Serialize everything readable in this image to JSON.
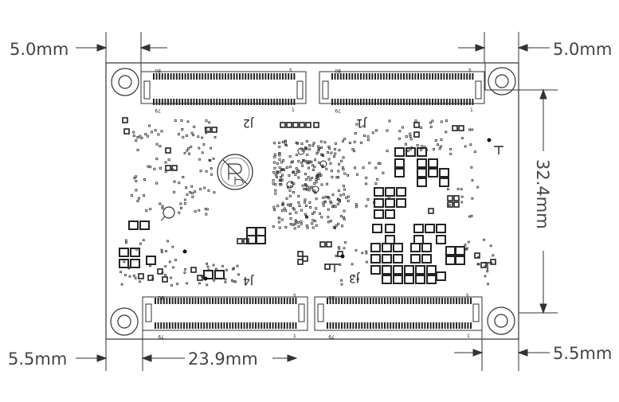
{
  "dimensions": {
    "top_left": "5.0mm",
    "top_right": "5.0mm",
    "height": "32.4mm",
    "bottom_left": "5.5mm",
    "bottom_right": "5.5mm",
    "width": "23.9mm"
  },
  "connectors": {
    "j2": {
      "name": "J2",
      "pin_start": "80",
      "pin_end": "1",
      "pin_odd": "s",
      "pin_last": "79"
    },
    "j1": {
      "name": "J1",
      "pin_start": "80",
      "pin_end": "1",
      "pin_odd": "s",
      "pin_last": "79"
    },
    "j4": {
      "name": "J4",
      "pin_start": "80",
      "pin_end": "1",
      "pin_odd": "s",
      "pin_last": "79"
    },
    "j3": {
      "name": "J3",
      "pin_start": "80",
      "pin_end": "1",
      "pin_odd": "s",
      "pin_last": "79"
    }
  },
  "icons": {
    "mounting_hole": "mounting-hole-icon",
    "fiducial": "fiducial-icon",
    "no_rohs_mark": "pb-free-icon"
  }
}
